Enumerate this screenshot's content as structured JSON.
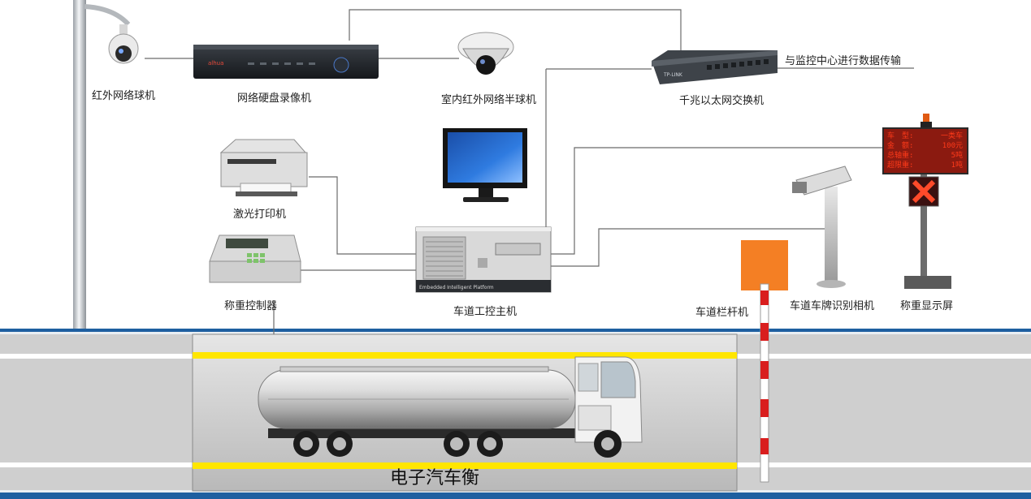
{
  "labels": {
    "ir_dome": "红外网络球机",
    "nvr": "网络硬盘录像机",
    "indoor_dome": "室内红外网络半球机",
    "switch": "千兆以太网交换机",
    "switch_note": "与监控中心进行数据传输",
    "printer": "激光打印机",
    "controller": "称重控制器",
    "lane_host": "车道工控主机",
    "barrier": "车道栏杆机",
    "lpr_camera": "车道车牌识别相机",
    "weigh_display": "称重显示屏",
    "truck_scale": "电子汽车衡"
  },
  "display": {
    "rows": [
      {
        "key": "车　型:",
        "value": "一类车"
      },
      {
        "key": "金　额:",
        "value": "100元"
      },
      {
        "key": "总轴重:",
        "value": "5吨"
      },
      {
        "key": "超限重:",
        "value": "1吨"
      }
    ]
  },
  "nvr_brand": "alhua",
  "switch_brand": "TP-LINK",
  "host_caption": "Embedded Intelligent Platform",
  "colors": {
    "road": "#c8c8c8",
    "road_line": "#ffffff",
    "rail_blue": "#1e5fa0",
    "yellow": "#ffe600",
    "barrier_sign": "#f47f24",
    "barrier_red": "#d91e1e",
    "led_bg": "#8b1a10",
    "led_text": "#ff3a1a",
    "wire": "#6b6b6b"
  }
}
